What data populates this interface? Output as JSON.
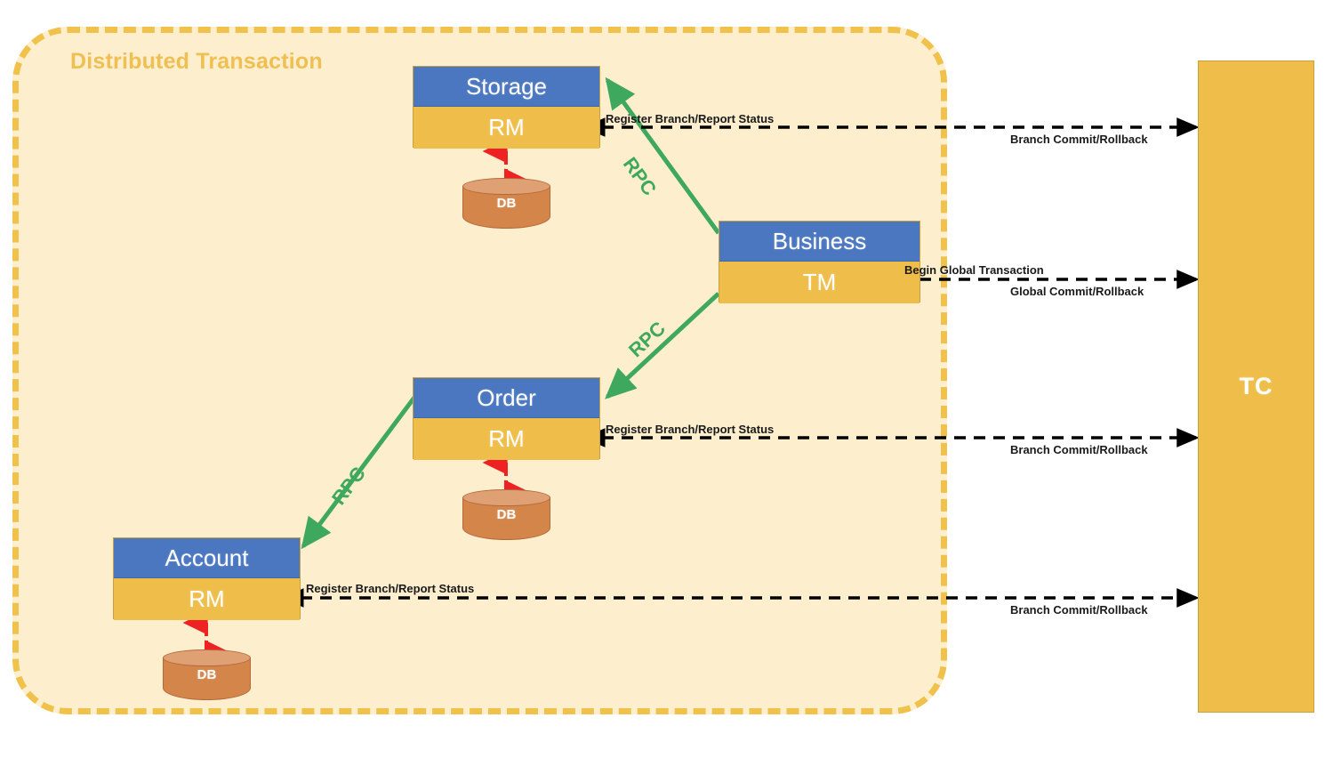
{
  "diagram": {
    "container_title": "Distributed Transaction",
    "coordinator": {
      "label": "TC"
    },
    "nodes": [
      {
        "id": "storage",
        "title": "Storage",
        "role": "RM",
        "db": "DB"
      },
      {
        "id": "business",
        "title": "Business",
        "role": "TM",
        "db": null
      },
      {
        "id": "order",
        "title": "Order",
        "role": "RM",
        "db": "DB"
      },
      {
        "id": "account",
        "title": "Account",
        "role": "RM",
        "db": "DB"
      }
    ],
    "rpc_edges": [
      {
        "from": "business",
        "to": "storage",
        "label": "RPC"
      },
      {
        "from": "business",
        "to": "order",
        "label": "RPC"
      },
      {
        "from": "order",
        "to": "account",
        "label": "RPC"
      }
    ],
    "tc_flows": [
      {
        "node": "storage",
        "label_top": "Register Branch/Report Status",
        "label_bottom": "Branch Commit/Rollback"
      },
      {
        "node": "business",
        "label_top": "Begin Global Transaction",
        "label_bottom": "Global Commit/Rollback"
      },
      {
        "node": "order",
        "label_top": "Register Branch/Report Status",
        "label_bottom": "Branch Commit/Rollback"
      },
      {
        "node": "account",
        "label_top": "Register Branch/Report Status",
        "label_bottom": "Branch Commit/Rollback"
      }
    ],
    "colors": {
      "container_bg": "#fdeecd",
      "container_border": "#f0c14b",
      "title": "#f0bf52",
      "node_header": "#4a77c0",
      "node_body": "#efbe4a",
      "tc_panel": "#efbe4a",
      "db_cylinder": "#d4854a",
      "db_cylinder_top": "#dfa173",
      "rpc_line": "#3fa85f",
      "flow_line": "#000000",
      "db_link": "#ee2222",
      "text_light": "#ffffff"
    }
  }
}
